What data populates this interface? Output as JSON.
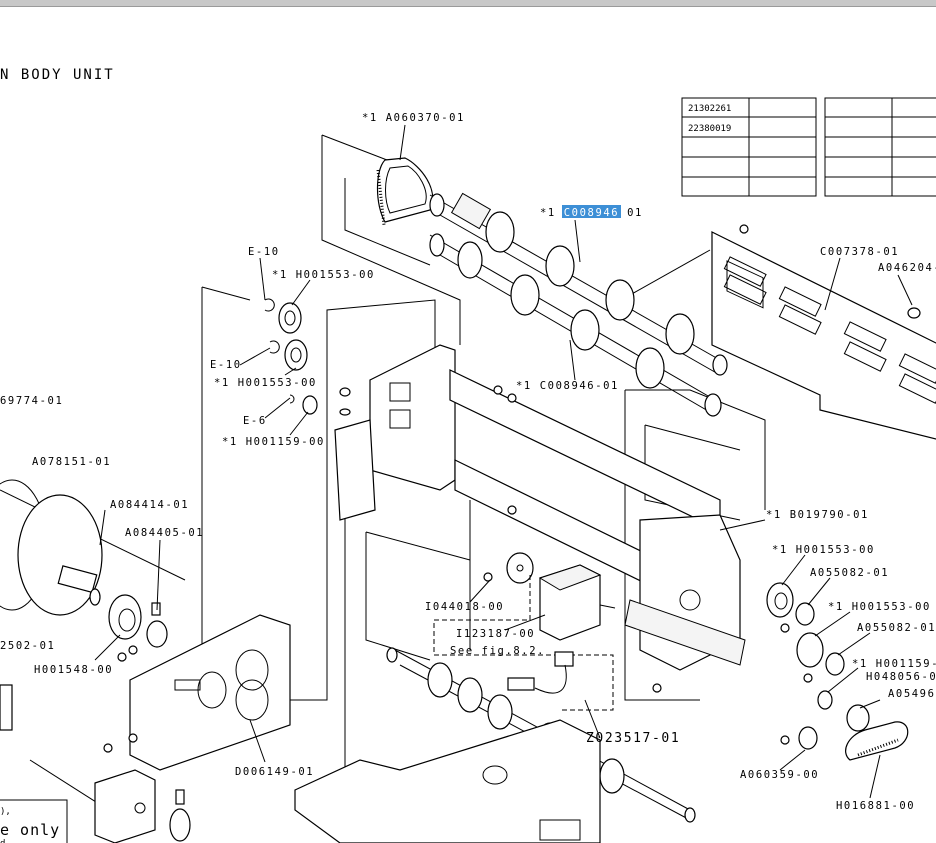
{
  "title": "N BODY UNIT",
  "table1": [
    [
      "21302261",
      ""
    ],
    [
      "22380019",
      ""
    ],
    [
      "",
      ""
    ],
    [
      "",
      ""
    ],
    [
      "",
      ""
    ]
  ],
  "table2": [
    [
      "",
      ""
    ],
    [
      "",
      ""
    ],
    [
      "",
      ""
    ],
    [
      "",
      ""
    ],
    [
      "",
      ""
    ]
  ],
  "labels": {
    "a060370": "*1 A060370-01",
    "c008946_top_pre": "*1 ",
    "c008946_top_sel": "C008946-",
    "c008946_top_post": "01",
    "c008946_mid": "*1 C008946-01",
    "c007378": "C007378-01",
    "a046204": "A046204-",
    "e10a": "E-10",
    "h001553a": "*1 H001553-00",
    "e10b": "E-10",
    "h001553b": "*1 H001553-00",
    "e6": "E-6",
    "h001159a": "*1 H001159-00",
    "p69774": "69774-01",
    "a078151": "A078151-01",
    "a084414": "A084414-01",
    "a084405": "A084405-01",
    "p2502": "2502-01",
    "h001548": "H001548-00",
    "d006149": "D006149-01",
    "i044018": "I044018-00",
    "i123187": "I123187-00",
    "seefig": "See fig.8.2.",
    "z023517": "Z023517-01",
    "b019790": "*1 B019790-01",
    "h001553c": "*1 H001553-00",
    "a055082a": "A055082-01",
    "h001553d": "*1 H001553-00",
    "a055082b": "A055082-01",
    "h001159b": "*1 H001159-",
    "h048056": "H048056-0",
    "a0549": "A05496",
    "a060359": "A060359-00",
    "h016881": "H016881-00",
    "note1": "),",
    "note2": "e only",
    "note3": "d"
  }
}
